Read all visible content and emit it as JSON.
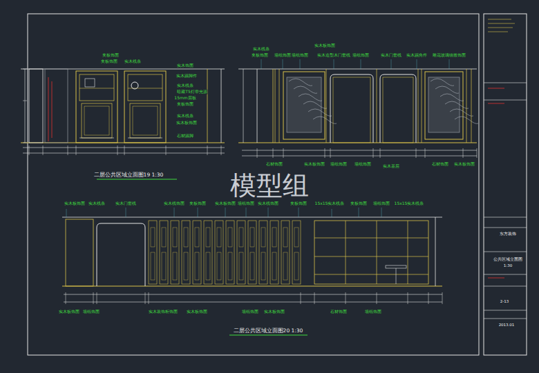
{
  "diagram": {
    "labels": [
      "夹板饰面",
      "夹板饰面",
      "实木线条",
      "实木饰面",
      "实木踢脚件",
      "实木线条",
      "暗藏T5灯带光源",
      "15mm层板",
      "夹板饰面",
      "实木线条",
      "实木板饰面",
      "石材踢脚",
      "二层公共区域立面图19 1:30",
      "实木线条",
      "实木板饰面",
      "夹板饰面",
      "墙纸饰面",
      "墙纸饰面",
      "实木造型木门套线",
      "墙纸饰面",
      "实木门套线",
      "实木踢角件",
      "雕花玻璃镶嵌饰面",
      "石材饰面",
      "实木板饰面",
      "墙纸饰面",
      "墙纸饰面",
      "实木基层",
      "石材饰面",
      "实木板饰面",
      "模型组",
      "实木板饰面",
      "实木线条",
      "实木门套线",
      "实木线饰面",
      "夹板饰面",
      "实木板饰面",
      "墙纸饰面",
      "实木线饰面",
      "夹板饰面",
      "15x15实木线条",
      "夹板饰面",
      "墙纸饰面",
      "15x15实木线条",
      "实木板饰面",
      "墙纸饰面",
      "实木装饰柜饰面",
      "实木板饰面",
      "墙纸饰面",
      "实木板饰面",
      "石材饰面",
      "墙纸饰面",
      "二层公共区域立面图20 1:30",
      "东方装饰",
      "公共区域立面图",
      "1:30",
      "2-13",
      "2013.01"
    ]
  }
}
